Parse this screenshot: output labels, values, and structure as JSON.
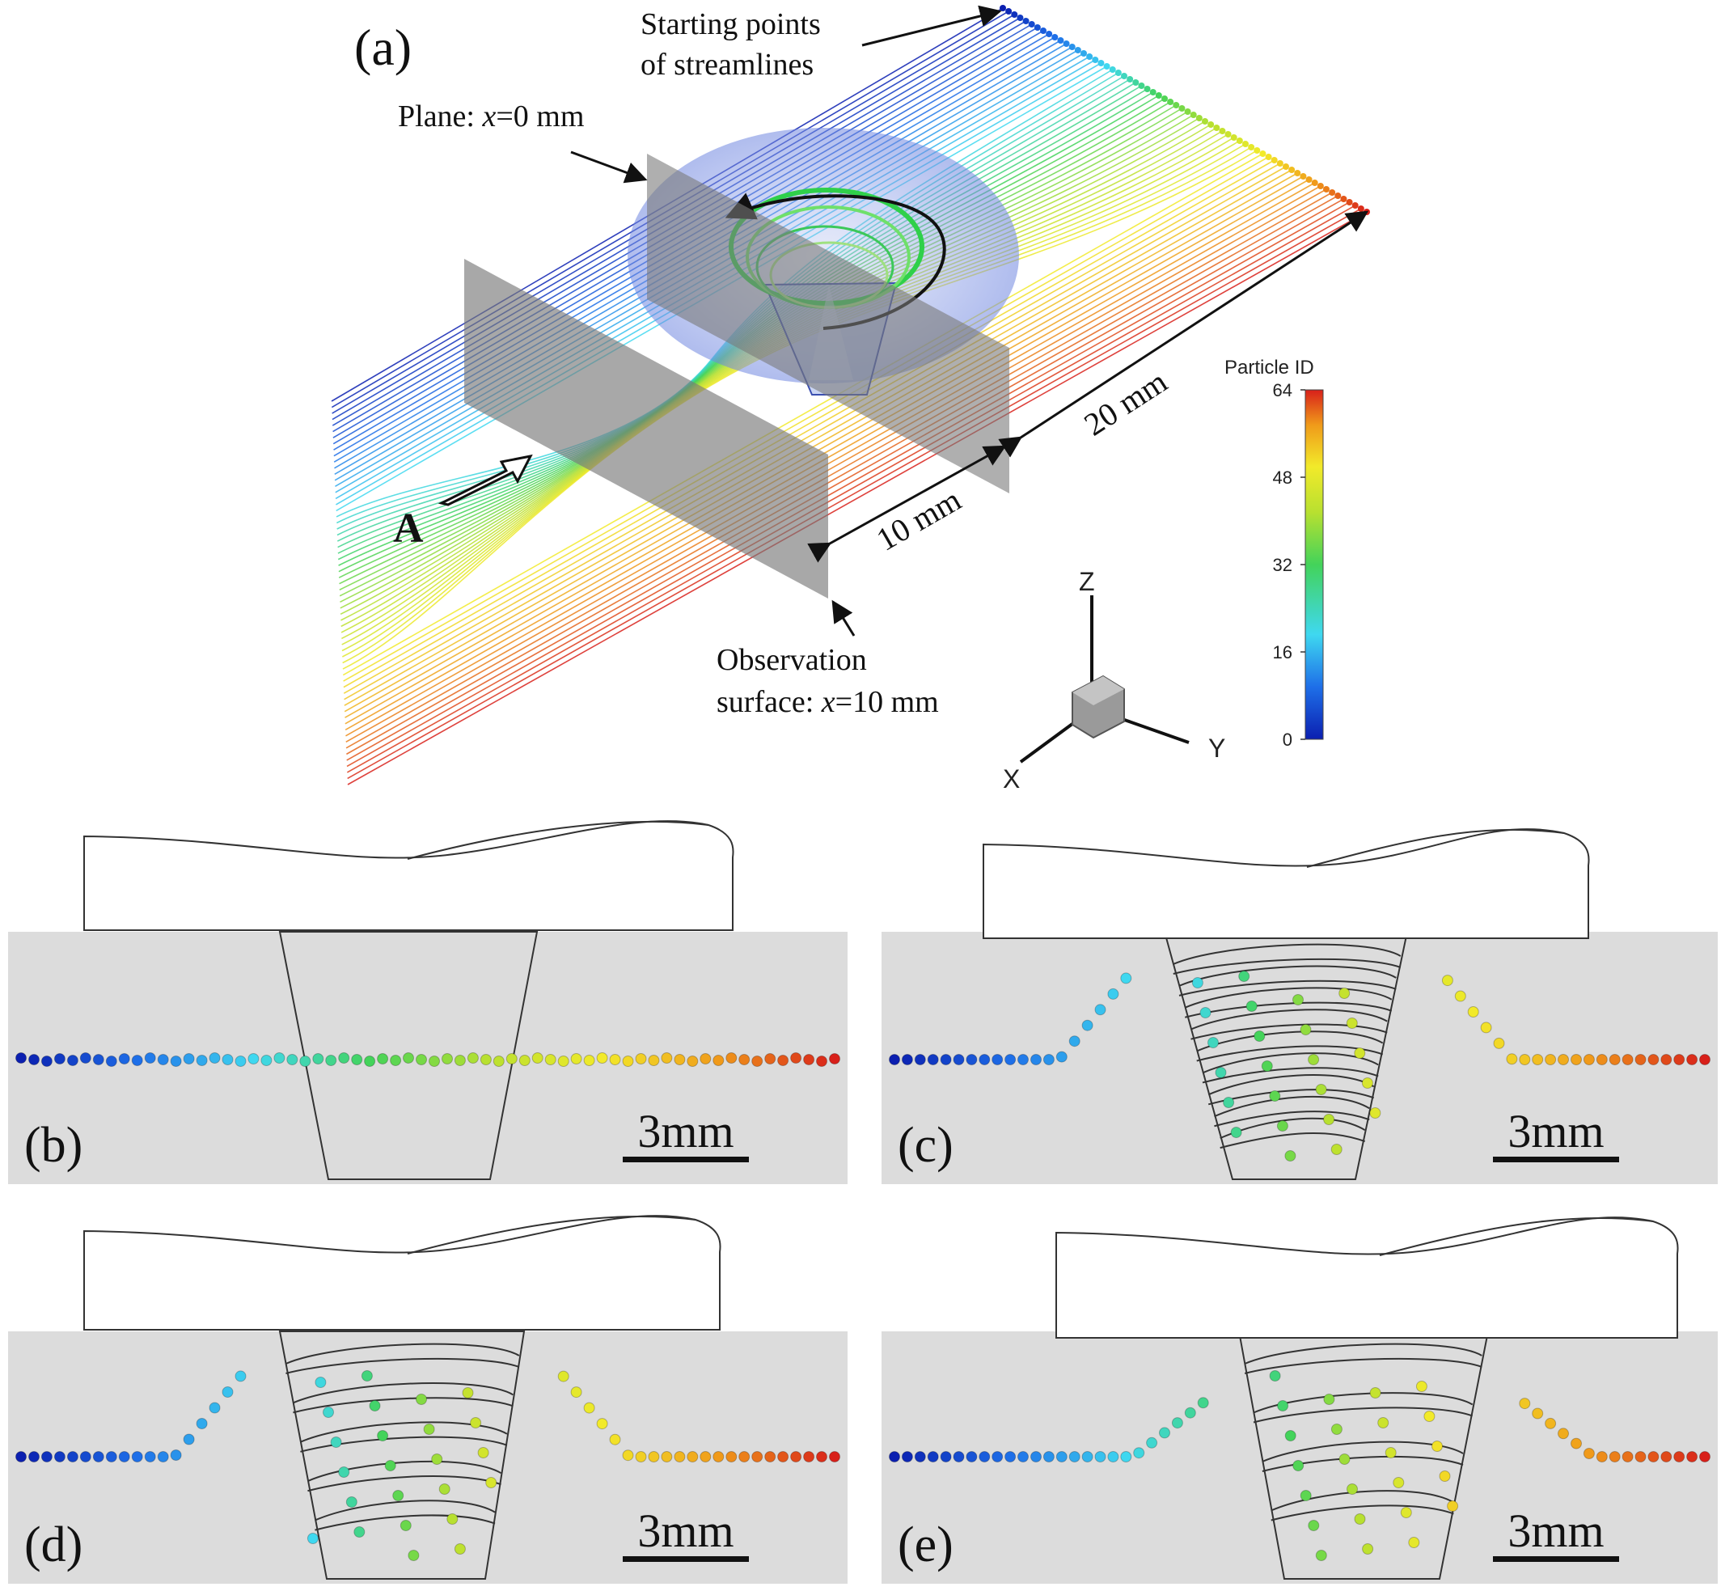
{
  "panel_a": {
    "label": "(a)",
    "callouts": {
      "start_line1": "Starting points",
      "start_line2": "of streamlines",
      "plane_prefix": "Plane: ",
      "plane_var": "x",
      "plane_suffix": "=0 mm",
      "obs_line1": "Observation",
      "obs_prefix": "surface: ",
      "obs_var": "x",
      "obs_suffix": "=10 mm",
      "dim_20": "20 mm",
      "dim_10": "10 mm",
      "flow_label": "A"
    },
    "axes": {
      "z": "Z",
      "x": "X",
      "y": "Y"
    },
    "colorbar": {
      "title": "Particle ID",
      "ticks": [
        "64",
        "48",
        "32",
        "16",
        "0"
      ],
      "min": 0,
      "max": 64
    },
    "particle_count": 64
  },
  "panels": [
    {
      "label": "(b)",
      "scale": "3mm",
      "variant": "plain"
    },
    {
      "label": "(c)",
      "scale": "3mm",
      "variant": "fine"
    },
    {
      "label": "(d)",
      "scale": "3mm",
      "variant": "coarse"
    },
    {
      "label": "(e)",
      "scale": "3mm",
      "variant": "wide"
    }
  ],
  "colors": {
    "panel_bg": "#dcdcdc",
    "colormap": [
      "#0b1fb0",
      "#1e6fe8",
      "#3fd8f0",
      "#43d35a",
      "#b8e030",
      "#f2ea2a",
      "#f09a1a",
      "#d8201a"
    ]
  }
}
